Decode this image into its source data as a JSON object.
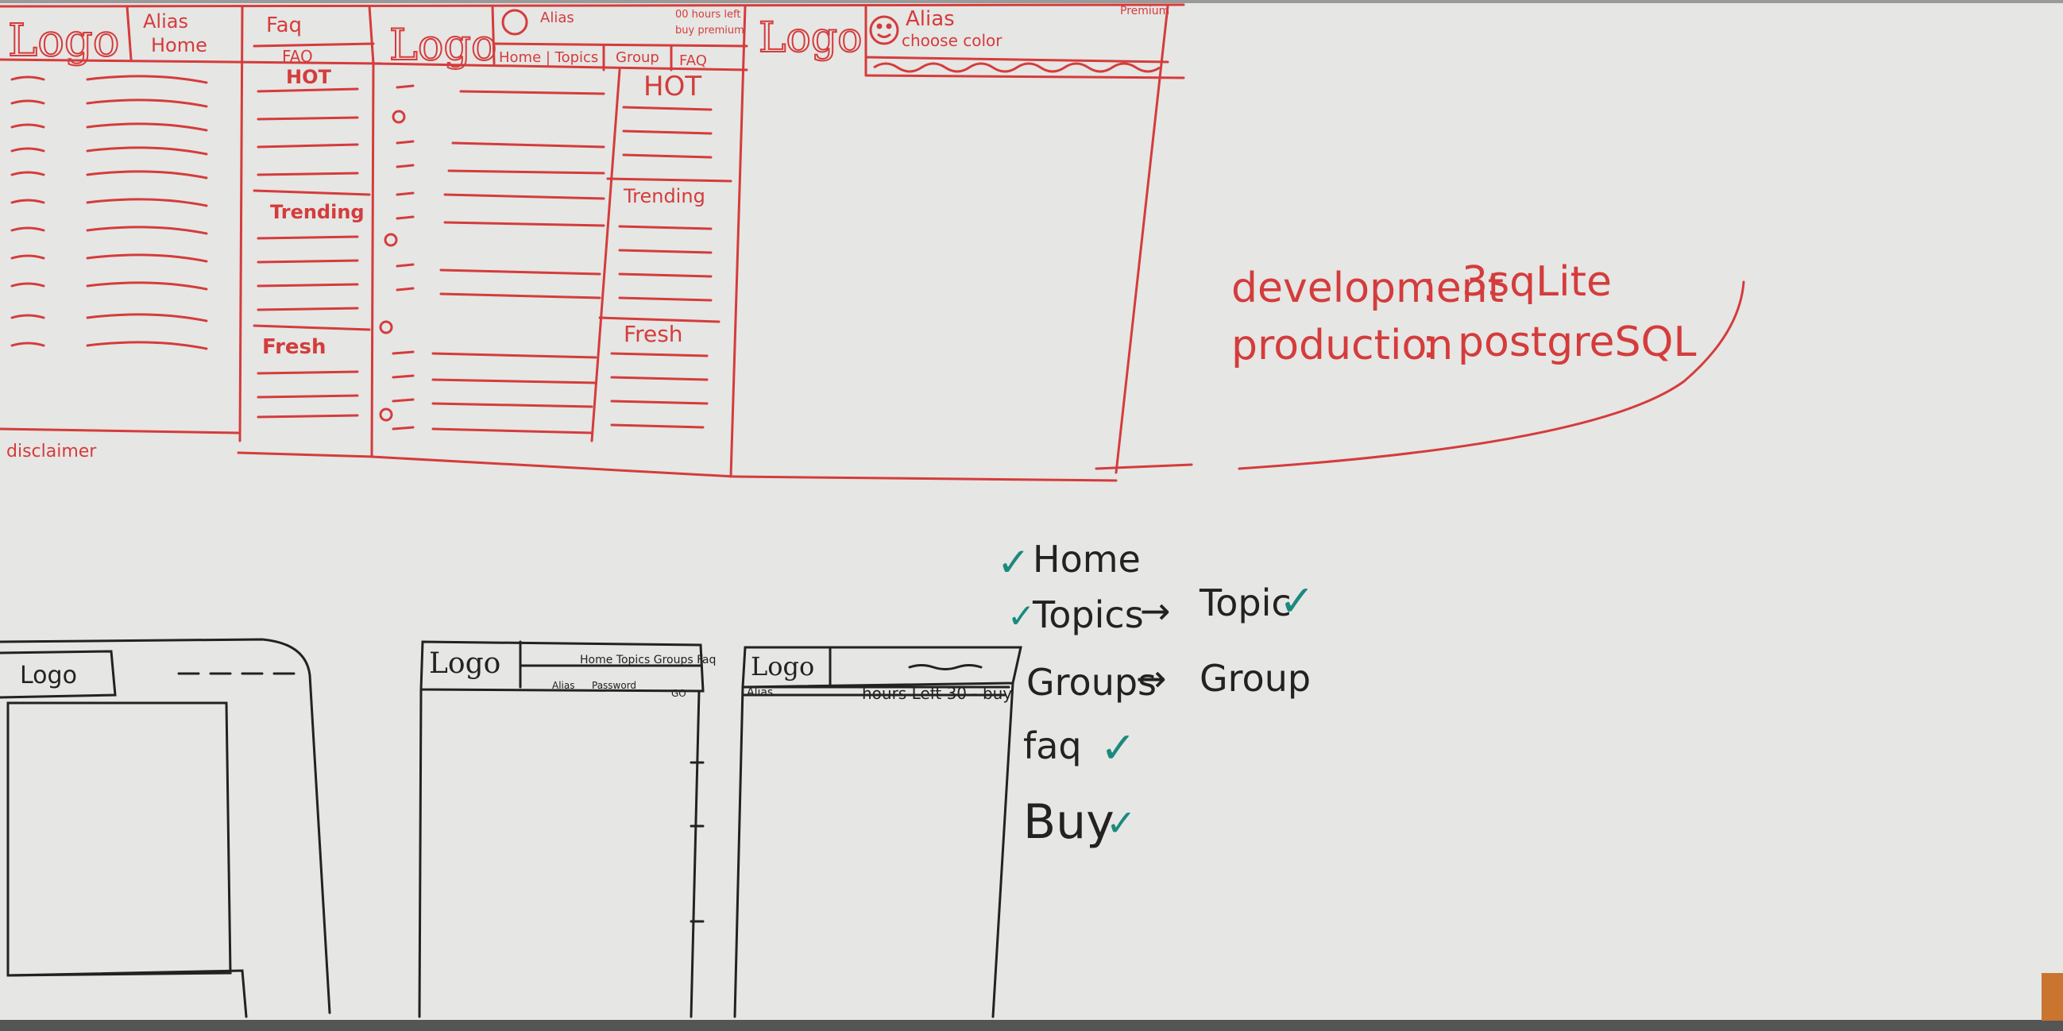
{
  "wireframes_red": {
    "frame1": {
      "logo": "Logo",
      "alias": "Alias",
      "name": "Home",
      "faq1": "Faq",
      "faq2": "FAQ",
      "sec_hot": "HOT",
      "sec_trending": "Trending",
      "sec_fresh": "Fresh",
      "disclaimer": "disclaimer"
    },
    "frame2": {
      "logo": "Logo",
      "alias": "Alias",
      "hours_left": "00 hours left",
      "buy_premium": "buy premium",
      "nav_home_topics": "Home | Topics",
      "nav_group": "Group",
      "nav_faq": "FAQ",
      "sec_hot": "HOT",
      "sec_trending": "Trending",
      "sec_fresh": "Fresh"
    },
    "frame3": {
      "logo": "Logo",
      "alias": "Alias",
      "choose_color": "choose color",
      "premium": "Premium"
    }
  },
  "notes": {
    "development_label": "development",
    "development_value": "3sqLite",
    "production_label": "production",
    "production_value": "postgreSQL",
    "separator": ":"
  },
  "wireframes_black": {
    "frame1": {
      "logo": "Logo"
    },
    "frame2": {
      "logo": "Logo",
      "nav": "Home Topics Groups Faq",
      "alias": "Alias",
      "password": "Password",
      "go": "GO"
    },
    "frame3": {
      "logo": "Logo",
      "alias": "Alias",
      "hours_left": "hours Left 30 - buy"
    }
  },
  "checklist": {
    "items": [
      {
        "label": "Home",
        "checked": true
      },
      {
        "label": "Topics",
        "checked": true,
        "arrow": "→",
        "target": "Topic",
        "target_checked": true
      },
      {
        "label": "Groups",
        "checked": false,
        "arrow": "→",
        "target": "Group",
        "target_checked": false
      },
      {
        "label": "faq",
        "checked": true
      },
      {
        "label": "Buy",
        "checked": true
      }
    ],
    "check_glyph": "✓"
  },
  "colors": {
    "board": "#e6e6e4",
    "red_marker": "#d43c3c",
    "black_marker": "#222222",
    "teal_marker": "#1a8a7e"
  }
}
